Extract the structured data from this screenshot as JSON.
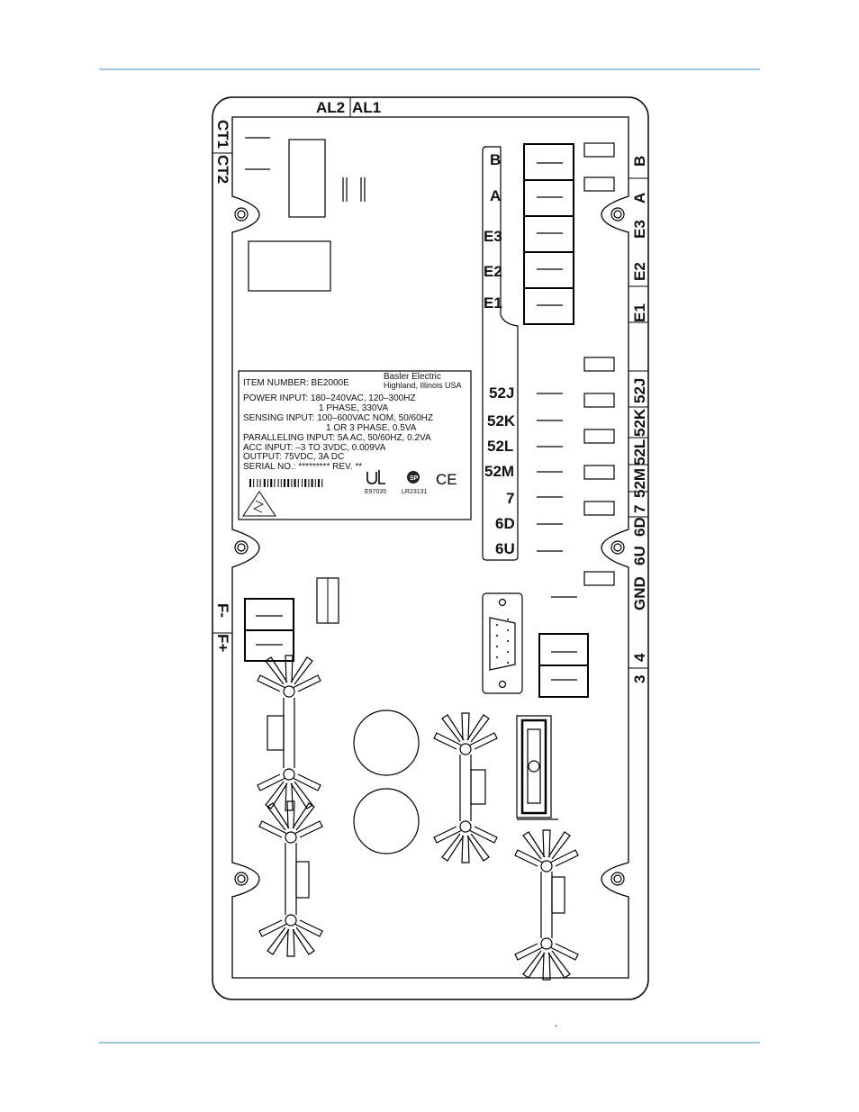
{
  "labels": {
    "top": [
      "AL2",
      "AL1"
    ],
    "left_top": [
      "CT1",
      "CT2"
    ],
    "left_field": [
      "F-",
      "F+"
    ],
    "inner_upper": [
      "B",
      "A",
      "E3",
      "E2",
      "E1"
    ],
    "right_upper": [
      "B",
      "A",
      "E3",
      "E2",
      "E1"
    ],
    "inner_lower": [
      "52J",
      "52K",
      "52L",
      "52M",
      "7",
      "6D",
      "6U"
    ],
    "right_lower": [
      "52J",
      "52K",
      "52L",
      "52M",
      "7",
      "6D",
      "6U",
      "GND",
      "4",
      "3"
    ]
  },
  "nameplate": {
    "item_number": "ITEM NUMBER:  BE2000E",
    "maker_line1": "Basler Electric",
    "maker_line2": "Highland, Illinois USA",
    "power_input_1": "POWER INPUT: 180–240VAC, 120–300HZ",
    "power_input_2": "1 PHASE, 330VA",
    "sensing_input_1": "SENSING INPUT:  100–600VAC NOM, 50/60HZ",
    "sensing_input_2": "1 OR 3 PHASE, 0.5VA",
    "paralleling_input": "PARALLELING INPUT:  5A AC, 50/60HZ, 0.2VA",
    "acc_input": "ACC INPUT:   –3 TO 3VDC,  0.009VA",
    "output": "OUTPUT:  75VDC, 3A DC",
    "serial": "SERIAL NO.:  *********   REV. **",
    "ul_file": "E97035",
    "csa_file": "LR23131",
    "ce": "CE"
  },
  "footer_mark": "."
}
